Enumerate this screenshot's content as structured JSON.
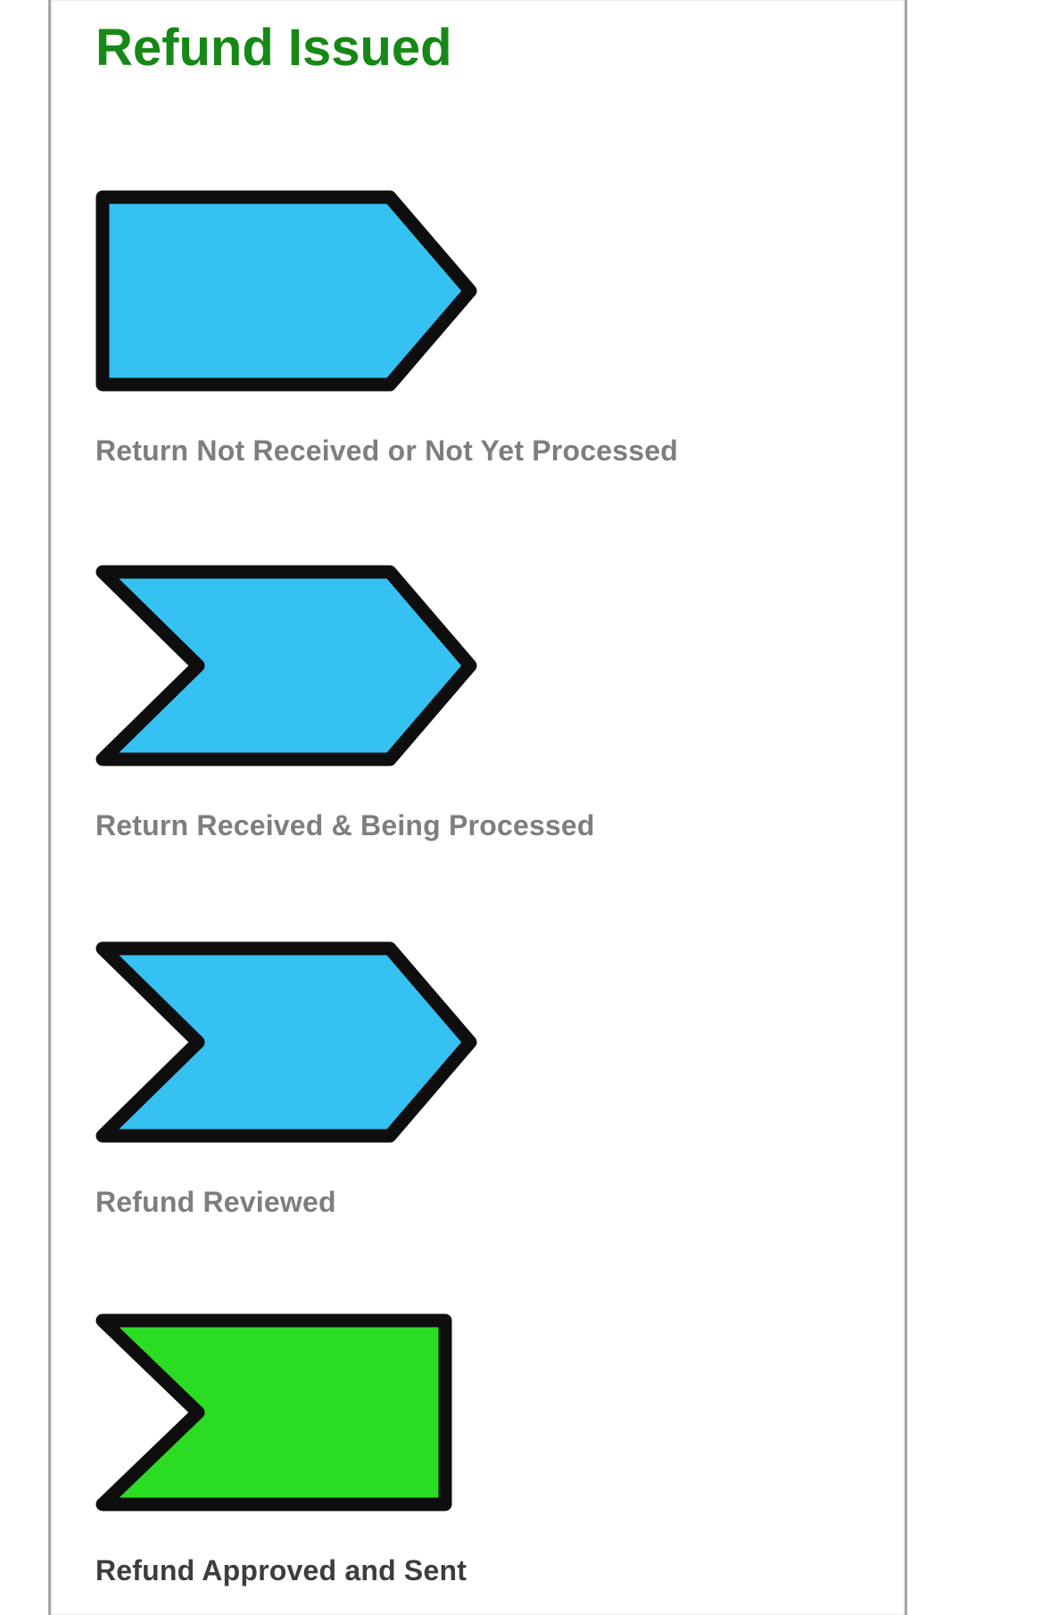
{
  "page": {
    "heading": "Refund Issued"
  },
  "colors": {
    "heading_green": "#168816",
    "shape_blue": "#35c1f1",
    "shape_green": "#2add23",
    "shape_outline": "#0e0e0e",
    "label_gray": "#7e7e7e",
    "label_dark": "#3d3d3d",
    "panel_border_gray": "#a8a8a1"
  },
  "steps": [
    {
      "shape": "pentagon-arrow",
      "fill": "#35c1f1",
      "label": "Return Not Received or Not Yet Processed"
    },
    {
      "shape": "chevron-arrow",
      "fill": "#35c1f1",
      "label": "Return Received & Being Processed"
    },
    {
      "shape": "chevron-arrow",
      "fill": "#35c1f1",
      "label": "Refund Reviewed"
    },
    {
      "shape": "chevron-banner",
      "fill": "#2add23",
      "label": "Refund Approved and Sent"
    }
  ]
}
